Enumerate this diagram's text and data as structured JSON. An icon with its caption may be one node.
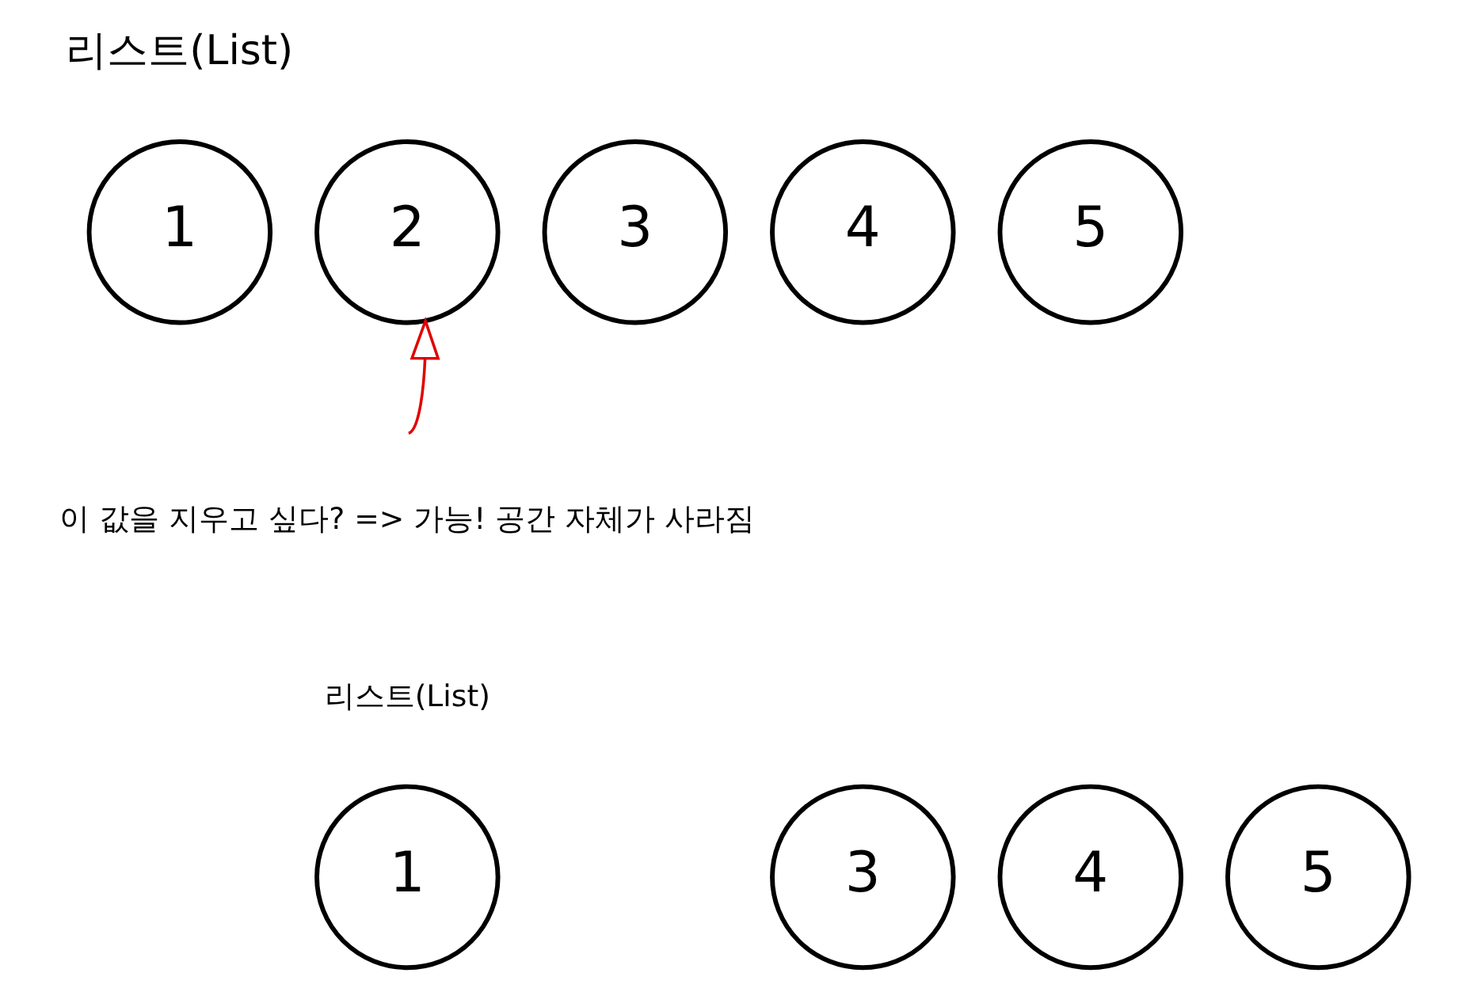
{
  "diagram": {
    "nodes": [
      {
        "text": [
          "1"
        ]
      },
      {
        "text": [
          "2"
        ]
      },
      {
        "text": [
          "3"
        ]
      },
      {
        "text": [
          "4"
        ]
      },
      {
        "text": [
          "5"
        ]
      },
      {
        "text": [
          "1"
        ]
      },
      {
        "text": [
          "3"
        ]
      },
      {
        "text": [
          "4"
        ]
      },
      {
        "text": [
          "5"
        ]
      }
    ],
    "edges": [
      {
        "from": null,
        "to": 1,
        "arrow": "to",
        "color": "#e00000"
      }
    ],
    "labels": [
      "리스트(List)",
      "이 값을 지우고 싶다? => 가능! 공간 자체가 사라짐",
      "리스트(List)"
    ]
  }
}
